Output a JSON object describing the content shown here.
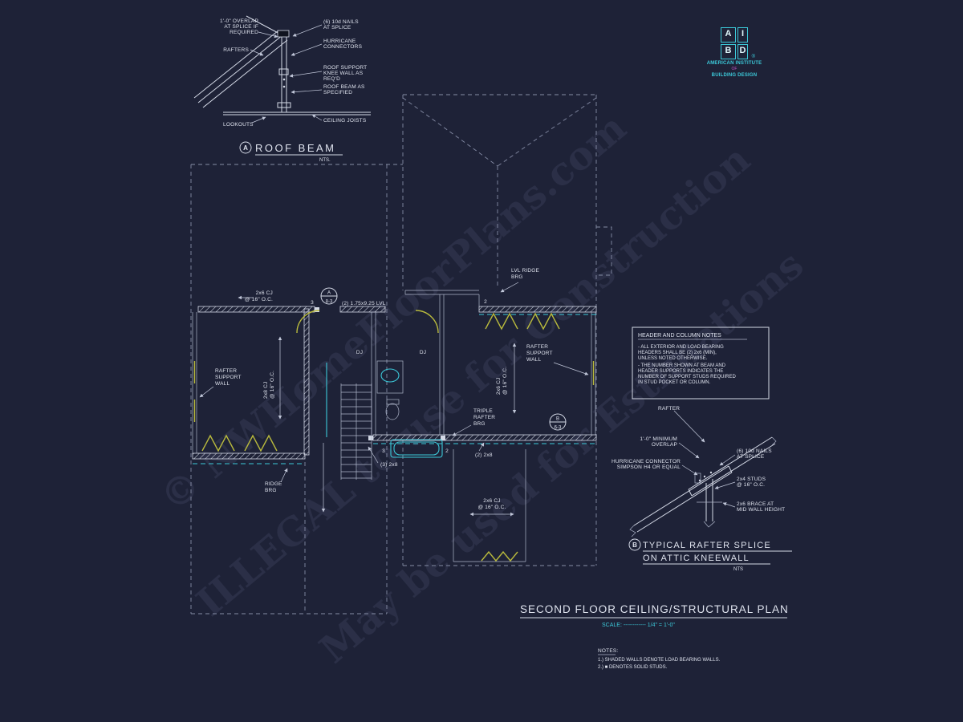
{
  "colors": {
    "background": "#1e2237",
    "line": "#d4d9e6",
    "dashed_outline": "#868da6",
    "accent_cyan": "#3cc9d9",
    "accent_yellow": "#b9ba3d",
    "accent_magenta": "#c553c5",
    "watermark": "rgba(178,189,228,0.09)"
  },
  "watermarks": {
    "line1": "© NWHomeFloorPlans.com",
    "line2": "ILLEGAL to use for Construction",
    "line3": "May be used for Estimations"
  },
  "logo": {
    "a": "A",
    "i": "I",
    "b": "B",
    "d": "D",
    "reg": "®",
    "line1": "AMERICAN INSTITUTE",
    "line2": "OF",
    "line3": "BUILDING DESIGN"
  },
  "detail_a": {
    "overlap_l1": "1'-0\" OVERLAP",
    "overlap_l2": "AT SPLICE IF",
    "overlap_l3": "REQUIRED",
    "rafters": "RAFTERS",
    "nails_l1": "(6) 10d NAILS",
    "nails_l2": "AT SPLICE",
    "hurricane_l1": "HURRICANE",
    "hurricane_l2": "CONNECTORS",
    "kneewall_l1": "ROOF SUPPORT",
    "kneewall_l2": "KNEE WALL AS",
    "kneewall_l3": "REQ'D",
    "beam_l1": "ROOF BEAM AS",
    "beam_l2": "SPECIFIED",
    "lookouts": "LOOKOUTS",
    "joists": "CEILING JOISTS",
    "bubble": "A",
    "title": "ROOF BEAM",
    "scale": "NTS."
  },
  "plan": {
    "lvl_ridge_l1": "LVL RIDGE",
    "lvl_ridge_l2": "BRG",
    "cj26_top_l1": "2x6 CJ",
    "cj26_top_l2": "@ 16\" O.C.",
    "lvl_header": "(2) 1.75x9.25 LVL",
    "stud_count_1": "3",
    "stud_count_2": "2",
    "stud_count_3": "3",
    "stud_count_4": "2",
    "bubble_a_letter": "A",
    "bubble_a_num": "8-3",
    "bubble_b_letter": "B",
    "bubble_b_num": "6-3",
    "dj_1": "DJ",
    "dj_2": "DJ",
    "rafter_wall_left_l1": "RAFTER",
    "rafter_wall_left_l2": "SUPPORT",
    "rafter_wall_left_l3": "WALL",
    "rafter_wall_right_l1": "RAFTER",
    "rafter_wall_right_l2": "SUPPORT",
    "rafter_wall_right_l3": "WALL",
    "cj28_vert_l1": "2x8 CJ",
    "cj28_vert_l2": "@ 16\" O.C.",
    "cj26_vert_l1": "2x6 CJ",
    "cj26_vert_l2": "@ 16\" O.C.",
    "triple_l1": "TRIPLE",
    "triple_l2": "RAFTER",
    "triple_l3": "BRG",
    "ridge_l1": "RIDGE",
    "ridge_l2": "BRG",
    "beam_3_2x8": "(3) 2x8",
    "beam_2_2x8": "(2) 2x8",
    "cj26_bot_l1": "2x6 CJ",
    "cj26_bot_l2": "@ 16\" O.C."
  },
  "notes_box": {
    "title": "HEADER AND COLUMN NOTES",
    "lines": [
      "- ALL EXTERIOR AND LOAD BEARING",
      "HEADERS SHALL BE (2) 2x6 (MIN),",
      "UNLESS NOTED OTHERWISE.",
      "- THE NUMBER SHOWN AT BEAM AND",
      "HEADER SUPPORTS INDICATES THE",
      "NUMBER OF SUPPORT STUDS REQUIRED",
      "IN STUD POCKET OR COLUMN."
    ]
  },
  "detail_b": {
    "rafter": "RAFTER",
    "overlap_l1": "1'-0\" MINIMUM",
    "overlap_l2": "OVERLAP",
    "connector_l1": "HURRICANE CONNECTOR",
    "connector_l2": "SIMPSON H4 OR EQUAL",
    "nails_l1": "(6) 10d NAILS",
    "nails_l2": "AT SPLICE",
    "studs_l1": "2x4 STUDS",
    "studs_l2": "@ 16\" O.C.",
    "brace_l1": "2x6 BRACE AT",
    "brace_l2": "MID WALL HEIGHT",
    "bubble": "B",
    "title_l1": "TYPICAL RAFTER SPLICE",
    "title_l2": "ON ATTIC KNEEWALL",
    "scale": "NTS"
  },
  "title_block": {
    "title": "SECOND FLOOR CEILING/STRUCTURAL PLAN",
    "scale": "SCALE: ------------ 1/4\" = 1'-0\""
  },
  "notes": {
    "header": "NOTES:",
    "items": [
      "1.) SHADED WALLS DENOTE LOAD BEARING WALLS.",
      "2.) ■ DENOTES SOLID STUDS."
    ]
  }
}
